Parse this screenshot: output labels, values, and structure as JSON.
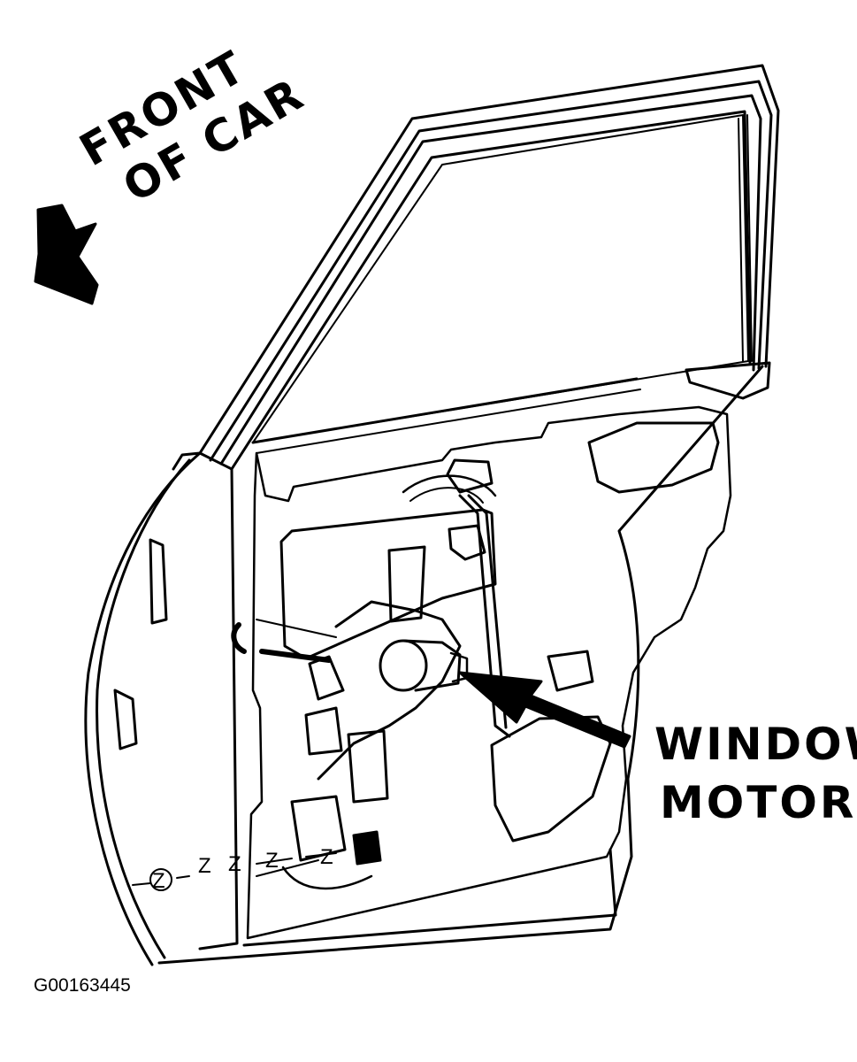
{
  "direction_label": {
    "line1": "FRONT",
    "line2": "OF CAR"
  },
  "callout": {
    "line1": "WINDOW",
    "line2": "MOTOR"
  },
  "figure_id": "G00163445",
  "connector_marks": [
    "Z",
    "Z",
    "Z",
    "Z",
    "Z"
  ],
  "colors": {
    "ink": "#000000",
    "paper": "#ffffff"
  }
}
